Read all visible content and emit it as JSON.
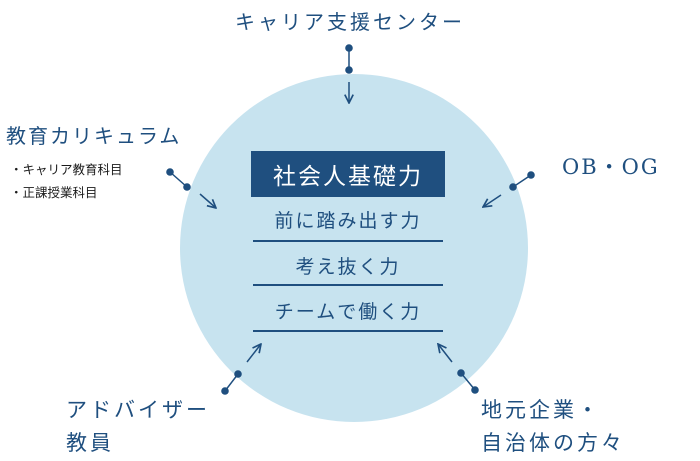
{
  "center": {
    "title": "社会人基礎力",
    "skills": [
      "前に踏み出す力",
      "考え抜く力",
      "チームで働く力"
    ]
  },
  "sources": {
    "top": "キャリア支援センター",
    "left": {
      "title": "教育カリキュラム",
      "items": [
        "キャリア教育科目",
        "正課授業科目"
      ]
    },
    "right": "OB・OG",
    "bottom_left": [
      "アドバイザー",
      "教員"
    ],
    "bottom_right": [
      "地元企業・",
      "自治体の方々"
    ]
  },
  "colors": {
    "navy": "#1f4f7f",
    "circle_fill": "#c7e3ef",
    "text_dark": "#1a1a1a"
  }
}
